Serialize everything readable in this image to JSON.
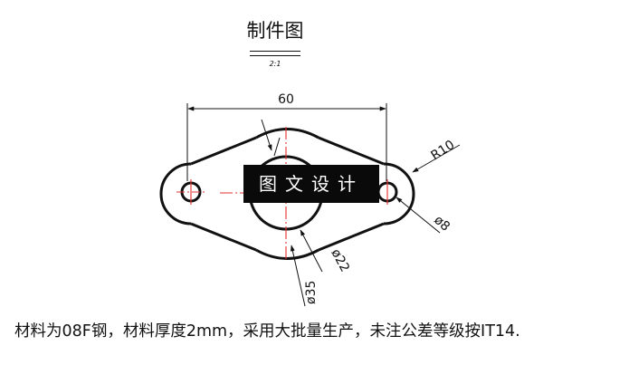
{
  "drawing": {
    "title": "制件图",
    "scale": "2:1",
    "watermark": "图文设计",
    "requirement": "材料为08F钢，材料厚度2mm，采用大批量生产，未注公差等级按IT14."
  },
  "dimensions": {
    "center_distance": "60",
    "outer_radius": "R10",
    "small_hole": "ø8",
    "center_hole": "ø22",
    "boss": "ø35"
  }
}
